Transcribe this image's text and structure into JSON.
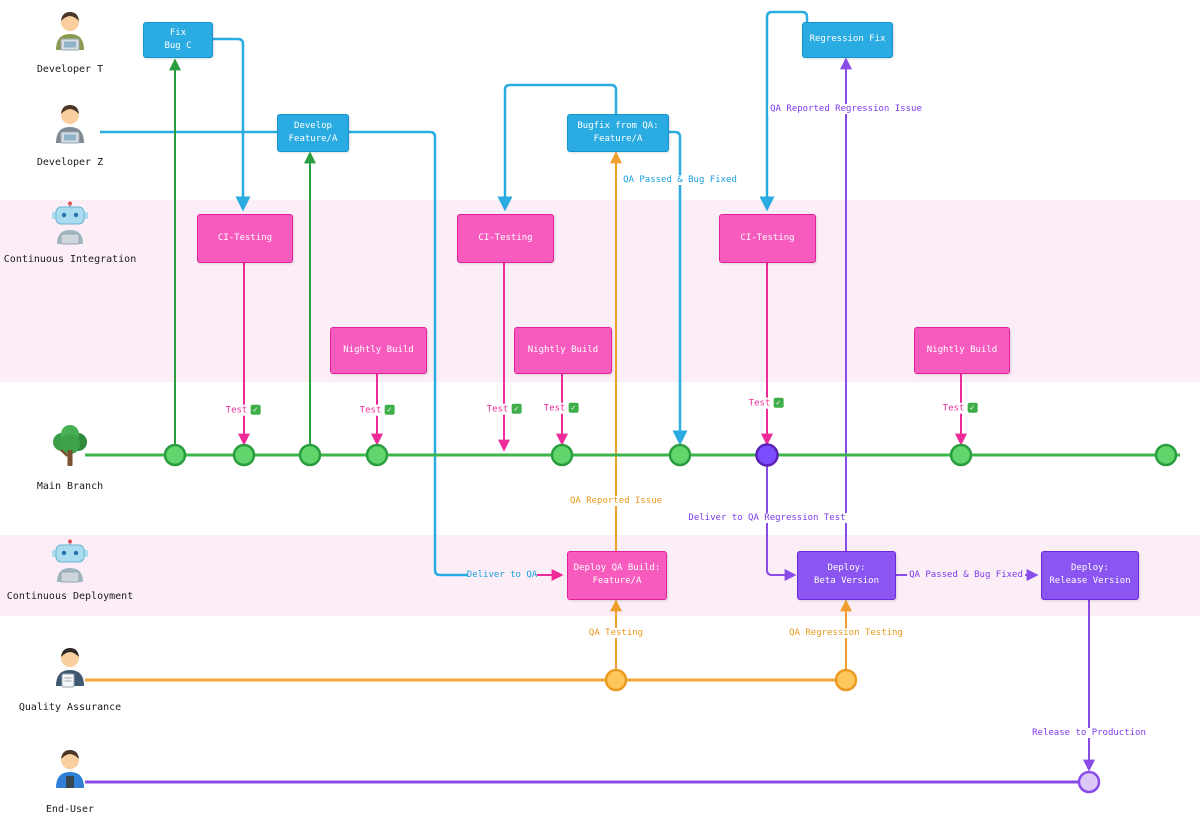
{
  "lanes": {
    "dev_t": "Developer T",
    "dev_z": "Developer Z",
    "ci": "Continuous Integration",
    "main": "Main Branch",
    "cd": "Continuous Deployment",
    "qa": "Quality Assurance",
    "eu": "End-User"
  },
  "boxes": {
    "fix_bug": {
      "l1": "Fix",
      "l2": "Bug C"
    },
    "develop": {
      "l1": "Develop",
      "l2": "Feature/A"
    },
    "bugfix": {
      "l1": "Bugfix from QA:",
      "l2": "Feature/A"
    },
    "regression": {
      "l1": "Regression Fix"
    },
    "ci_testing": "CI-Testing",
    "nightly": "Nightly Build",
    "deploy_qa": {
      "l1": "Deploy QA Build:",
      "l2": "Feature/A"
    },
    "deploy_beta": {
      "l1": "Deploy:",
      "l2": "Beta Version"
    },
    "deploy_release": {
      "l1": "Deploy:",
      "l2": "Release Version"
    }
  },
  "flow_labels": {
    "qa_passed_fixed": "QA Passed & Bug Fixed",
    "qa_reported_issue": "QA Reported Issue",
    "deliver_to_qa": "Deliver to QA",
    "qa_testing": "QA Testing",
    "deliver_qa_regression": "Deliver to QA Regression Test",
    "qa_regression_testing": "QA Regression Testing",
    "qa_reported_regression": "QA Reported Regression Issue",
    "release_to_production": "Release to Production",
    "test": "Test"
  },
  "icons": {
    "check": "✓"
  },
  "colors": {
    "blue": "#2aace3",
    "pink": "#ee2a9a",
    "purple": "#8a4ce8",
    "green": "#2a9e3f",
    "orange": "#ef9f2e",
    "band": "#fceef7"
  }
}
